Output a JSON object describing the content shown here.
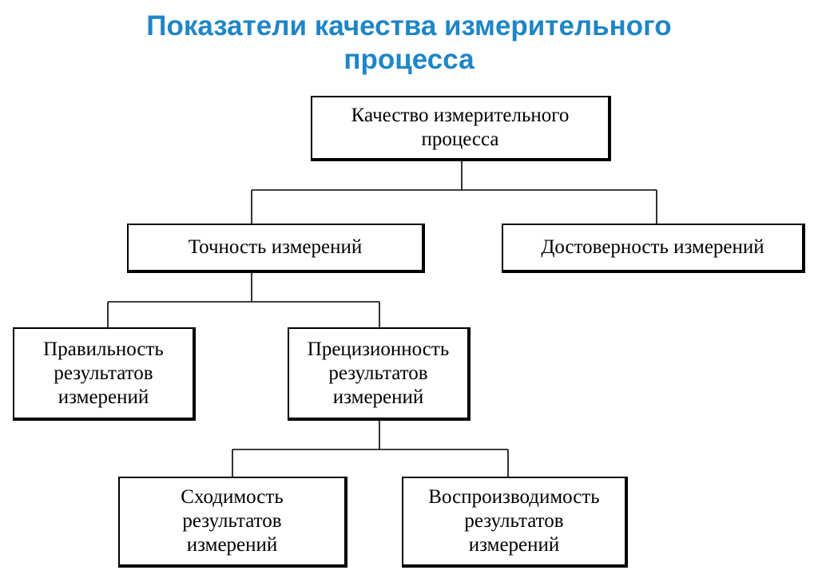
{
  "title": {
    "line1": "Показатели качества измерительного",
    "line2": "процесса"
  },
  "nodes": {
    "root": {
      "line1": "Качество измерительного",
      "line2": "процесса"
    },
    "accuracy": {
      "label": "Точность измерений"
    },
    "reliability": {
      "label": "Достоверность измерений"
    },
    "trueness": {
      "line1": "Правильность",
      "line2": "результатов",
      "line3": "измерений"
    },
    "precision": {
      "line1": "Прецизионность",
      "line2": "результатов",
      "line3": "измерений"
    },
    "repeatability": {
      "line1": "Сходимость",
      "line2": "результатов",
      "line3": "измерений"
    },
    "reproducibility": {
      "line1": "Воспроизводимость",
      "line2": "результатов",
      "line3": "измерений"
    }
  }
}
